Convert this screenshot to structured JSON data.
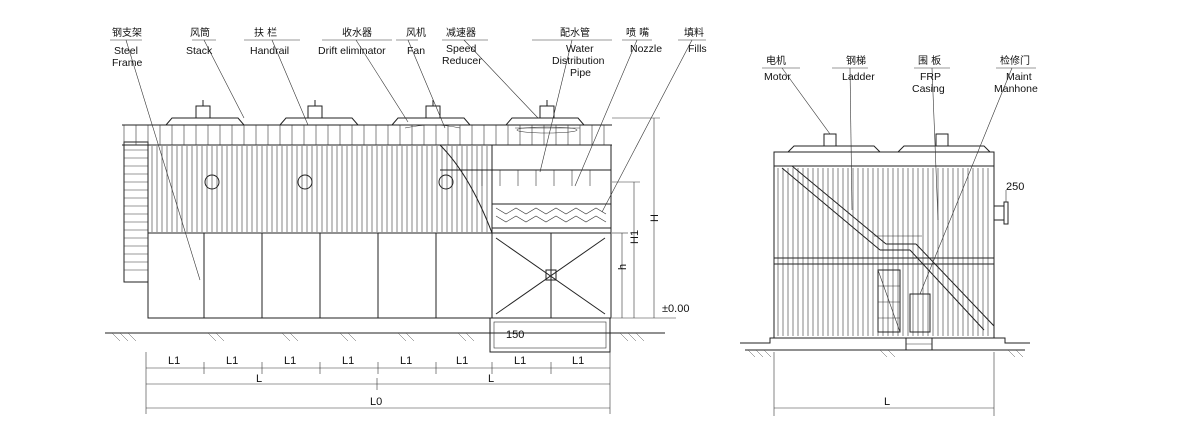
{
  "front_view": {
    "callouts": [
      {
        "cn": "钢支架",
        "en": [
          "Steel",
          "Frame"
        ]
      },
      {
        "cn": "风筒",
        "en": [
          "Stack"
        ]
      },
      {
        "cn": "扶 栏",
        "en": [
          "Handrail"
        ]
      },
      {
        "cn": "收水器",
        "en": [
          "Drift eliminator"
        ]
      },
      {
        "cn": "风机",
        "en": [
          "Fan"
        ]
      },
      {
        "cn": "减速器",
        "en": [
          "Speed",
          "Reducer"
        ]
      },
      {
        "cn": "配水管",
        "en": [
          "Water",
          "Distribution",
          "Pipe"
        ]
      },
      {
        "cn": "喷 嘴",
        "en": [
          "Nozzle"
        ]
      },
      {
        "cn": "填料",
        "en": [
          "Fills"
        ]
      }
    ],
    "dimensions": {
      "bay": "L1",
      "half_length": "L",
      "total_length": "L0",
      "height_total": "H",
      "height_fill": "H1",
      "height_frame": "h",
      "elevation": "±0.00",
      "gap": "150"
    }
  },
  "side_view": {
    "callouts": [
      {
        "cn": "电机",
        "en": [
          "Motor"
        ]
      },
      {
        "cn": "钢梯",
        "en": [
          "Ladder"
        ]
      },
      {
        "cn": "围 板",
        "en": [
          "FRP",
          "Casing"
        ]
      },
      {
        "cn": "检修门",
        "en": [
          "Maint",
          "Manhone"
        ]
      }
    ],
    "dimensions": {
      "pipe": "250",
      "width": "L"
    }
  }
}
